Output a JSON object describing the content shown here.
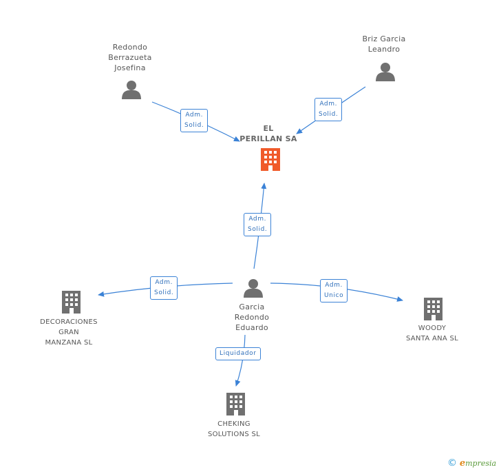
{
  "nodes": {
    "focus": {
      "lines": [
        "EL",
        "PERILLAN SA"
      ],
      "color": "#f05a2a"
    },
    "redondo_berrazueta": {
      "lines": [
        "Redondo",
        "Berrazueta",
        "Josefina"
      ]
    },
    "briz_garcia": {
      "lines": [
        "Briz Garcia",
        "Leandro"
      ]
    },
    "garcia_redondo": {
      "lines": [
        "Garcia",
        "Redondo",
        "Eduardo"
      ]
    },
    "decoraciones": {
      "lines": [
        "DECORACIONES",
        "GRAN",
        "MANZANA SL"
      ]
    },
    "woody": {
      "lines": [
        "WOODY",
        "SANTA ANA  SL"
      ]
    },
    "cheking": {
      "lines": [
        "CHEKING",
        "SOLUTIONS SL"
      ]
    }
  },
  "edges": {
    "redondo_to_focus": {
      "lines": [
        "Adm.",
        "Solid."
      ]
    },
    "briz_to_focus": {
      "lines": [
        "Adm.",
        "Solid."
      ]
    },
    "garcia_to_focus": {
      "lines": [
        "Adm.",
        "Solid."
      ]
    },
    "garcia_to_decoraciones": {
      "lines": [
        "Adm.",
        "Solid."
      ]
    },
    "garcia_to_woody": {
      "lines": [
        "Adm.",
        "Unico"
      ]
    },
    "garcia_to_cheking": {
      "lines": [
        "Liquidador"
      ]
    }
  },
  "colors": {
    "edge": "#3b82d6",
    "person": "#707070",
    "company": "#707070",
    "focus": "#f05a2a"
  },
  "footer": {
    "copyright": "©",
    "brand_initial": "e",
    "brand_rest": "mpresia"
  }
}
